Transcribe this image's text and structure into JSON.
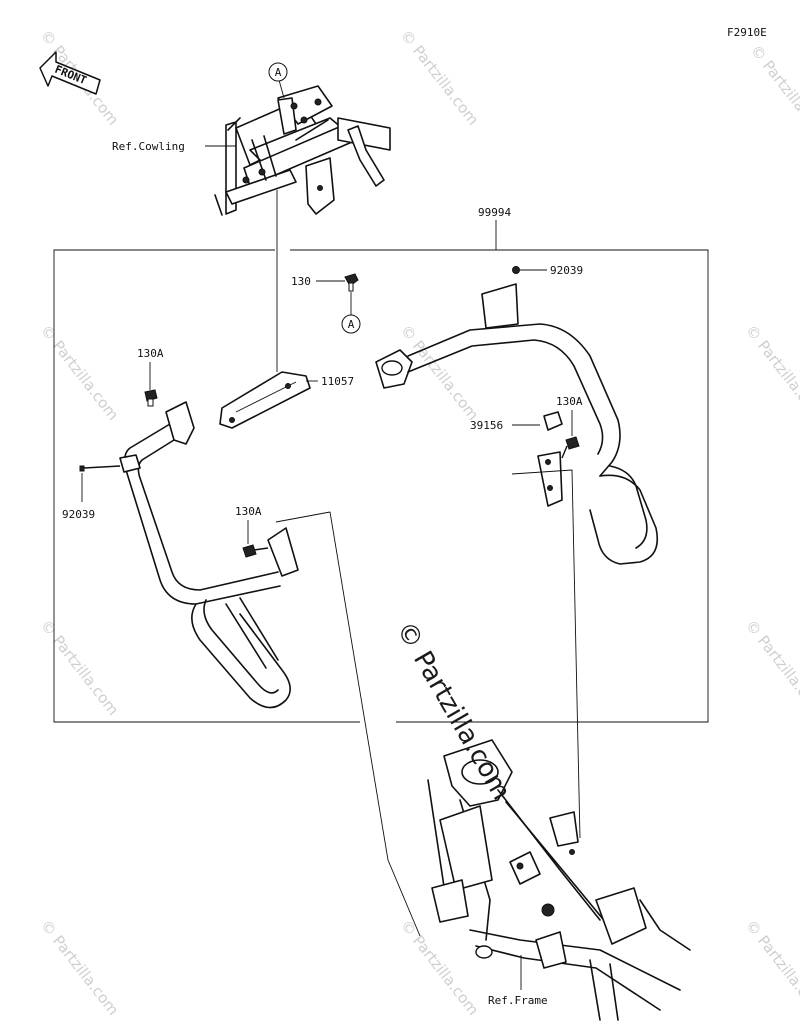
{
  "figure_code": "F2910E",
  "front_label": "FRONT",
  "watermark_text": "© Partzilla.com",
  "center_watermark": "© Partzilla.com",
  "ref_labels": {
    "cowling": "Ref.Cowling",
    "frame": "Ref.Frame"
  },
  "callout_marker": "A",
  "parts": {
    "assembly": "99994",
    "bolt_top": "130",
    "collar_right_top": "92039",
    "bracket": "11057",
    "bolt_left_top": "130A",
    "collar_left": "92039",
    "bolt_left_bottom": "130A",
    "bolt_right": "130A",
    "cap": "39156"
  },
  "colors": {
    "line": "#111111",
    "watermark": "#cfcfcf",
    "background": "#ffffff"
  }
}
